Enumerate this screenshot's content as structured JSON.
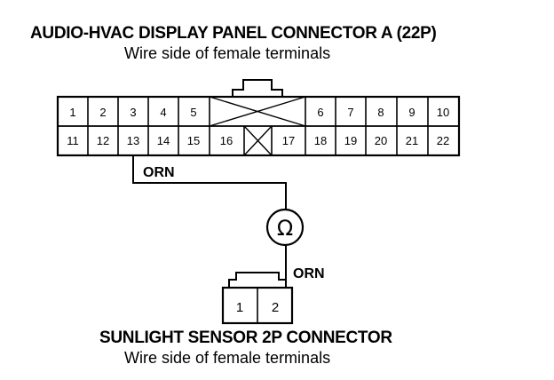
{
  "connector_a": {
    "title": "AUDIO-HVAC DISPLAY PANEL CONNECTOR A (22P)",
    "subtitle": "Wire side of female terminals",
    "row1_left": [
      "1",
      "2",
      "3",
      "4",
      "5"
    ],
    "row1_right": [
      "6",
      "7",
      "8",
      "9",
      "10"
    ],
    "row2_left": [
      "11",
      "12",
      "13",
      "14",
      "15",
      "16"
    ],
    "row2_right": [
      "17",
      "18",
      "19",
      "20",
      "21",
      "22"
    ]
  },
  "wire": {
    "color_top": "ORN",
    "color_bottom": "ORN"
  },
  "meter": {
    "symbol": "Ω"
  },
  "connector_b": {
    "title": "SUNLIGHT SENSOR 2P CONNECTOR",
    "subtitle": "Wire side of female terminals",
    "pins": [
      "1",
      "2"
    ]
  }
}
